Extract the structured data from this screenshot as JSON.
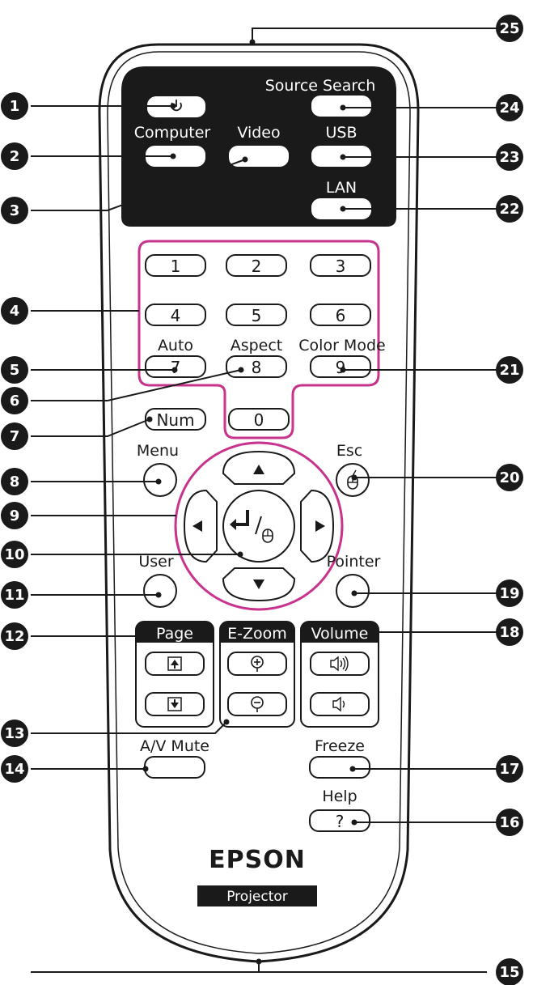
{
  "labels": {
    "source_search": "Source Search",
    "computer": "Computer",
    "video": "Video",
    "usb": "USB",
    "lan": "LAN",
    "auto": "Auto",
    "aspect": "Aspect",
    "color_mode": "Color Mode",
    "menu": "Menu",
    "esc": "Esc",
    "user": "User",
    "pointer": "Pointer",
    "page": "Page",
    "ezoom": "E-Zoom",
    "volume": "Volume",
    "av_mute": "A/V Mute",
    "freeze": "Freeze",
    "help": "Help"
  },
  "keys": {
    "num": "Num",
    "k1": "1",
    "k2": "2",
    "k3": "3",
    "k4": "4",
    "k5": "5",
    "k6": "6",
    "k7": "7",
    "k8": "8",
    "k9": "9",
    "k0": "0",
    "help_key": "?"
  },
  "icons": {
    "power": "power-icon",
    "up": "arrow-up-icon",
    "down": "arrow-down-icon",
    "left": "arrow-left-icon",
    "right": "arrow-right-icon",
    "enter": "enter-mouse-icon",
    "esc_mouse": "mouse-icon",
    "page_up": "page-up-icon",
    "page_down": "page-down-icon",
    "zoom_in": "zoom-in-icon",
    "zoom_out": "zoom-out-icon",
    "volume_up": "volume-up-icon",
    "volume_down": "volume-down-icon"
  },
  "brand": {
    "name": "EPSON",
    "product": "Projector"
  },
  "callouts": [
    "1",
    "2",
    "3",
    "4",
    "5",
    "6",
    "7",
    "8",
    "9",
    "10",
    "11",
    "12",
    "13",
    "14",
    "15",
    "16",
    "17",
    "18",
    "19",
    "20",
    "21",
    "22",
    "23",
    "24",
    "25"
  ],
  "colors": {
    "accent": "#c8338c",
    "dark_panel": "#1a1a1a"
  }
}
